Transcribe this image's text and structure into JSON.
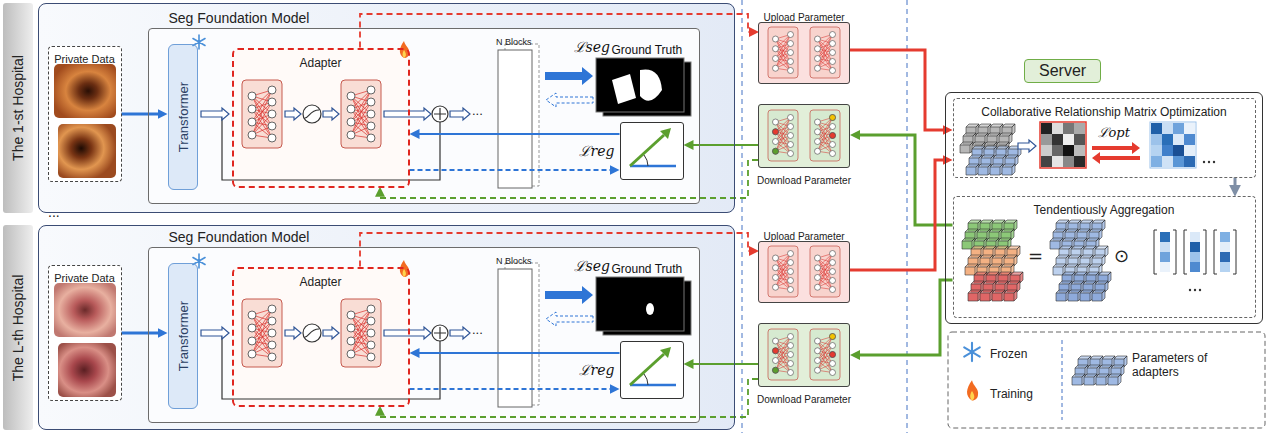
{
  "diagram": {
    "nodes": [
      {
        "text": [
          "The 1-st Hospital"
        ]
      },
      {
        "text": [
          "Private Data"
        ],
        "in": 0
      },
      {
        "text": [
          "Seg Foundation Model"
        ],
        "in": 0
      },
      {
        "text": [
          "Transformer"
        ],
        "in": 2
      },
      {
        "text": [
          "Adapter"
        ],
        "in": 2
      },
      {
        "text": [
          "ℒseg",
          "Ground Truth"
        ],
        "in": 2
      },
      {
        "text": [
          "ℒreg"
        ],
        "in": 2
      },
      {
        "text": [
          "Upload Parameter"
        ]
      },
      {
        "text": [
          "Download Parameter"
        ]
      },
      {
        "text": [
          "The L-th Hospital"
        ]
      },
      {
        "text": [
          "Private Data"
        ],
        "in": 9
      },
      {
        "text": [
          "Seg Foundation Model"
        ],
        "in": 9
      },
      {
        "text": [
          "Transformer"
        ],
        "in": 11
      },
      {
        "text": [
          "Adapter"
        ],
        "in": 11
      },
      {
        "text": [
          "ℒseg",
          "Ground Truth"
        ],
        "in": 11
      },
      {
        "text": [
          "ℒreg"
        ],
        "in": 11
      },
      {
        "text": [
          "Upload Parameter"
        ]
      },
      {
        "text": [
          "Download Parameter"
        ]
      },
      {
        "text": [
          "Server"
        ]
      },
      {
        "text": [
          "Collaborative Relationship Matrix Optimization",
          "ℒopt"
        ],
        "in": 18
      },
      {
        "text": [
          "Tendentiously Aggregation"
        ],
        "in": 18
      }
    ],
    "edges": [
      {
        "from": 1,
        "to": 3,
        "arrow": "to"
      },
      {
        "from": 4,
        "to": 7,
        "arrow": "to"
      },
      {
        "from": 7,
        "to": 19,
        "arrow": "to"
      },
      {
        "from": 20,
        "to": 8,
        "arrow": "to"
      },
      {
        "from": 8,
        "to": 6,
        "arrow": "to"
      },
      {
        "from": 8,
        "to": 4,
        "arrow": "to"
      },
      {
        "from": 6,
        "to": 4,
        "arrow": "to"
      },
      {
        "from": 4,
        "to": 6,
        "arrow": "to"
      },
      {
        "from": 10,
        "to": 12,
        "arrow": "to"
      },
      {
        "from": 13,
        "to": 16,
        "arrow": "to"
      },
      {
        "from": 16,
        "to": 19,
        "arrow": "to"
      },
      {
        "from": 20,
        "to": 17,
        "arrow": "to"
      },
      {
        "from": 17,
        "to": 15,
        "arrow": "to"
      },
      {
        "from": 17,
        "to": 13,
        "arrow": "to"
      },
      {
        "from": 15,
        "to": 13,
        "arrow": "to"
      },
      {
        "from": 13,
        "to": 15,
        "arrow": "to"
      },
      {
        "from": 19,
        "to": 20,
        "arrow": "to"
      }
    ],
    "labels": [
      "N Blocks",
      "...",
      "...",
      "N Blocks",
      "...",
      "=",
      "⊙"
    ],
    "legend": [
      {
        "text": "Frozen"
      },
      {
        "text": "Training"
      },
      {
        "text": "Parameters of adapters"
      }
    ]
  }
}
